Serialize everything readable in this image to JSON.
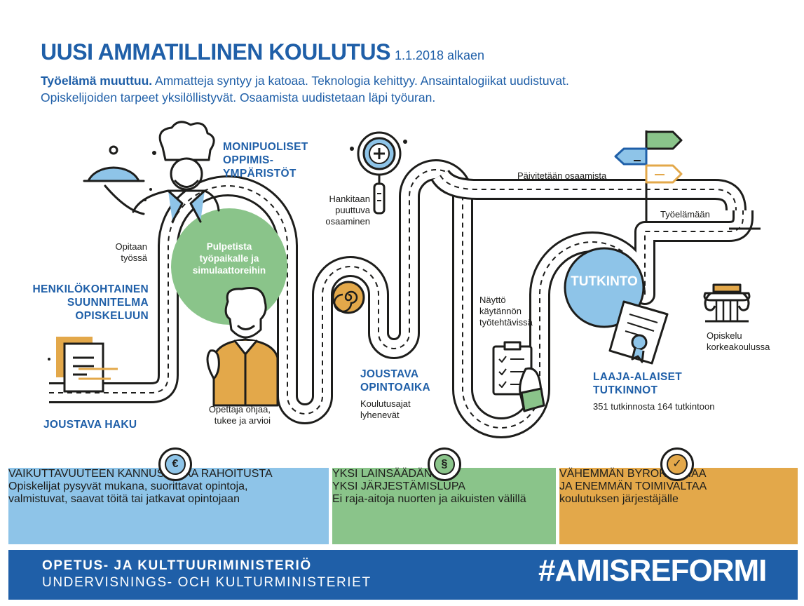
{
  "header": {
    "title": "UUSI AMMATILLINEN KOULUTUS",
    "date": "1.1.2018 alkaen",
    "intro_bold": "Työelämä muuttuu.",
    "intro_rest": " Ammatteja syntyy ja katoaa. Teknologia kehittyy. Ansaintalogiikat uudistuvat.",
    "intro_line2": "Opiskelijoiden tarpeet yksilöllistyvät. Osaamista uudistetaan läpi työuran."
  },
  "path": {
    "monipuoliset": [
      "MONIPUOLISET",
      "OPPIMIS-",
      "YMPÄRISTÖT"
    ],
    "opitaan": [
      "Opitaan",
      "työssä"
    ],
    "henkilokohtainen": [
      "HENKILÖKOHTAINEN",
      "SUUNNITELMA",
      "OPISKELUUN"
    ],
    "pulpetista": [
      "Pulpetista",
      "työpaikalle ja",
      "simulaattoreihin"
    ],
    "joustava_haku": "JOUSTAVA HAKU",
    "opettaja": [
      "Opettaja ohjaa,",
      "tukee ja arvioi"
    ],
    "hankitaan": [
      "Hankitaan",
      "puuttuva",
      "osaaminen"
    ],
    "joustava_opintoaika": [
      "JOUSTAVA",
      "OPINTOAIKA"
    ],
    "koulutusajat": [
      "Koulutusajat",
      "lyhenevät"
    ],
    "naytto": [
      "Näyttö",
      "käytännön",
      "työtehtävissä"
    ],
    "paivitetaan": "Päivitetään osaamista",
    "tyoelamaan": "Työelämään",
    "tutkinto": "TUTKINTO",
    "opiskelu": [
      "Opiskelu",
      "korkeakoulussa"
    ],
    "laaja_alaiset": [
      "LAAJA-ALAISET",
      "TUTKINNOT"
    ],
    "tutkinnot_count": "351 tutkinnosta 164 tutkintoon"
  },
  "panels": [
    {
      "icon": "€",
      "title": [
        "VAIKUTTAVUUTEEN KANNUSTAVAA RAHOITUSTA"
      ],
      "text": [
        "Opiskelijat pysyvät mukana, suorittavat opintoja,",
        "valmistuvat, saavat töitä tai jatkavat opintojaan"
      ],
      "color": "#8ec4e8"
    },
    {
      "icon": "§",
      "title": [
        "YKSI LAINSÄÄDÄNTÖ,",
        "YKSI JÄRJESTÄMISLUPA"
      ],
      "text": [
        "Ei raja-aitoja nuorten ja aikuisten välillä"
      ],
      "color": "#8ac48a"
    },
    {
      "icon": "✓",
      "title": [
        "VÄHEMMÄN BYROKRATIAA",
        "JA ENEMMÄN TOIMIVALTAA"
      ],
      "text": [
        "koulutuksen järjestäjälle"
      ],
      "color": "#e3a84a"
    }
  ],
  "footer": {
    "ministry_fi": "OPETUS- JA KULTTUURIMINISTERIÖ",
    "ministry_sv": "UNDERVISNINGS- OCH KULTURMINISTERIET",
    "hashtag": "#AMISREFORMI"
  },
  "colors": {
    "blue": "#1f5fa8",
    "light_blue": "#8ec4e8",
    "green": "#8ac48a",
    "orange": "#e3a84a"
  }
}
